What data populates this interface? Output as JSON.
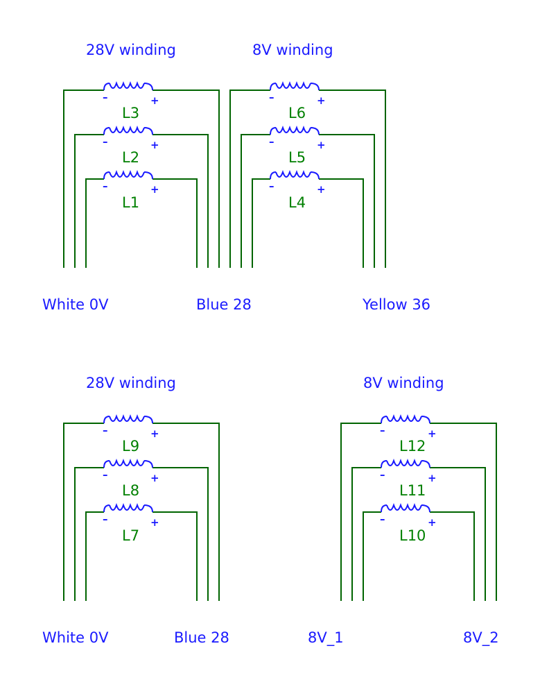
{
  "colors": {
    "wire": "#006400",
    "coil": "#1a1aff",
    "label": "#1a1aff",
    "designator": "#008000"
  },
  "polarity": {
    "minus": "–",
    "plus": "+"
  },
  "top": {
    "winding_28v_title": "28V winding",
    "winding_8v_title": "8V winding",
    "inductors": [
      "L3",
      "L2",
      "L1",
      "L6",
      "L5",
      "L4"
    ],
    "terminal_white": "White 0V",
    "terminal_blue": "Blue 28",
    "terminal_yellow": "Yellow 36"
  },
  "bottom": {
    "winding_28v_title": "28V winding",
    "winding_8v_title": "8V winding",
    "inductors": [
      "L9",
      "L8",
      "L7",
      "L12",
      "L11",
      "L10"
    ],
    "terminal_white": "White 0V",
    "terminal_blue": "Blue 28",
    "terminal_8v1": "8V_1",
    "terminal_8v2": "8V_2"
  }
}
